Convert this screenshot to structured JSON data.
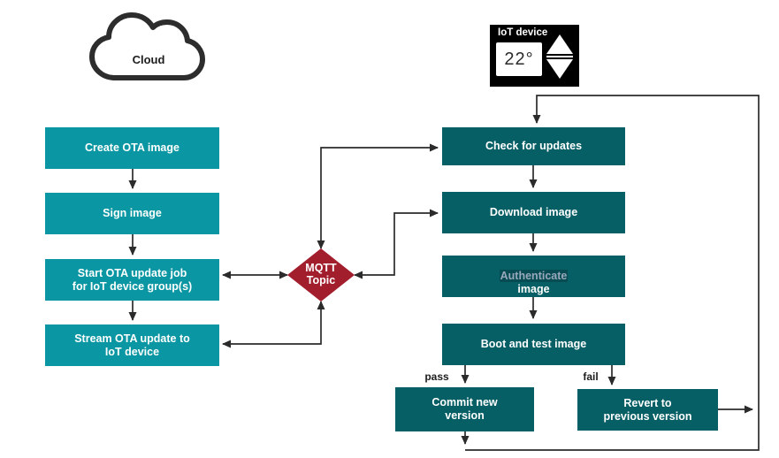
{
  "cloud": {
    "label": "Cloud"
  },
  "iot_device": {
    "label": "IoT device",
    "display_value": "22°"
  },
  "mqtt_topic": {
    "label": "MQTT\nTopic"
  },
  "cloud_flow": {
    "create": {
      "label": "Create OTA image"
    },
    "sign": {
      "label": "Sign image"
    },
    "start_job": {
      "label": "Start OTA update job\nfor IoT device group(s)"
    },
    "stream": {
      "label": "Stream OTA update to\nIoT device"
    }
  },
  "device_flow": {
    "check": {
      "label": "Check for updates"
    },
    "download": {
      "label": "Download image"
    },
    "authenticate": {
      "highlight": "Authenticate",
      "rest": "image"
    },
    "boot": {
      "label": "Boot and test image"
    },
    "commit": {
      "label": "Commit new\nversion"
    },
    "revert": {
      "label": "Revert to\nprevious version"
    }
  },
  "branch_labels": {
    "pass": "pass",
    "fail": "fail"
  },
  "colors": {
    "cloud_step_box": "#0a96a2",
    "device_step_box": "#075f66",
    "mqtt_diamond": "#a31e2c",
    "device_bezel": "#000000",
    "connector": "#2b2b2b",
    "authenticate_text": "#97a9bb"
  }
}
